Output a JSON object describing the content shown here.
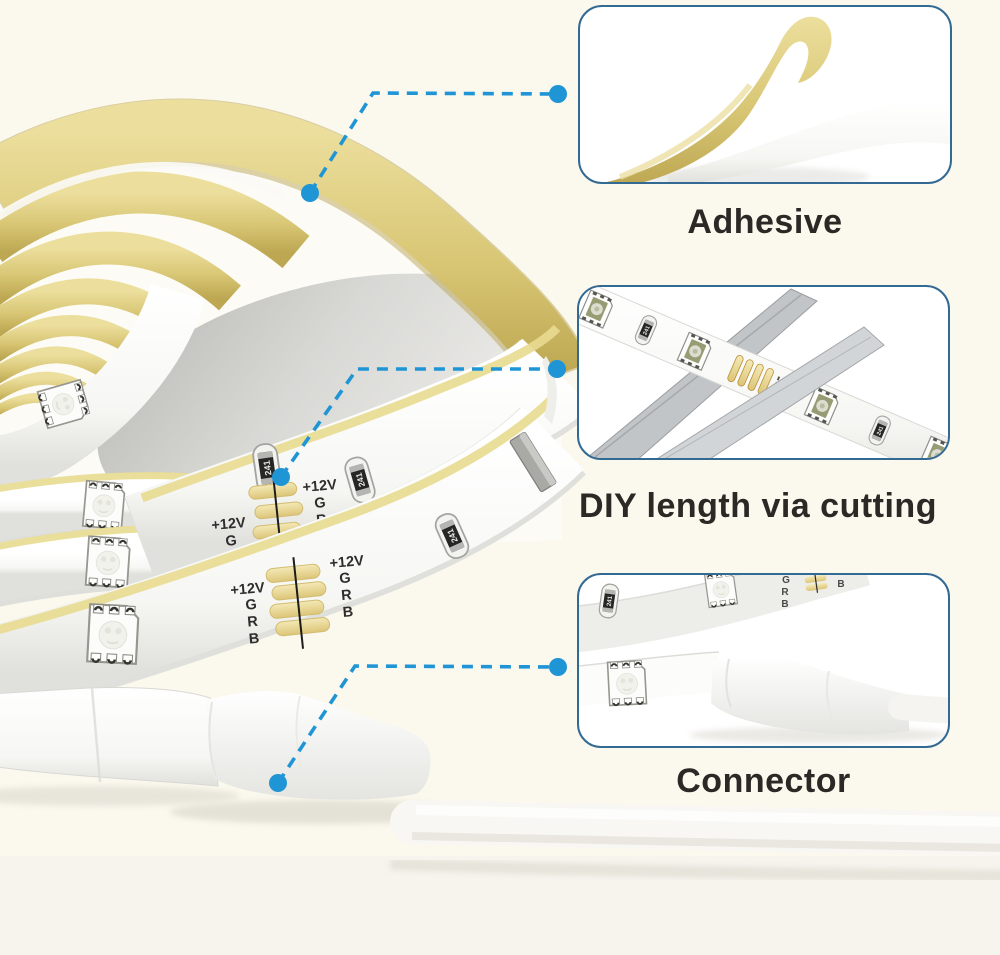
{
  "colors": {
    "accent": "#2095d6",
    "inset_border": "#336a93",
    "gold": "#d8c674",
    "label_text": "#2b2926",
    "background": "#fbf8ee"
  },
  "callouts": [
    {
      "id": "adhesive",
      "label": "Adhesive"
    },
    {
      "id": "cutting",
      "label": "DIY length via cutting"
    },
    {
      "id": "connector",
      "label": "Connector"
    }
  ],
  "strip": {
    "voltage_label": "+12V",
    "channel_labels": [
      "G",
      "R",
      "B"
    ],
    "resistor_code": "241"
  }
}
